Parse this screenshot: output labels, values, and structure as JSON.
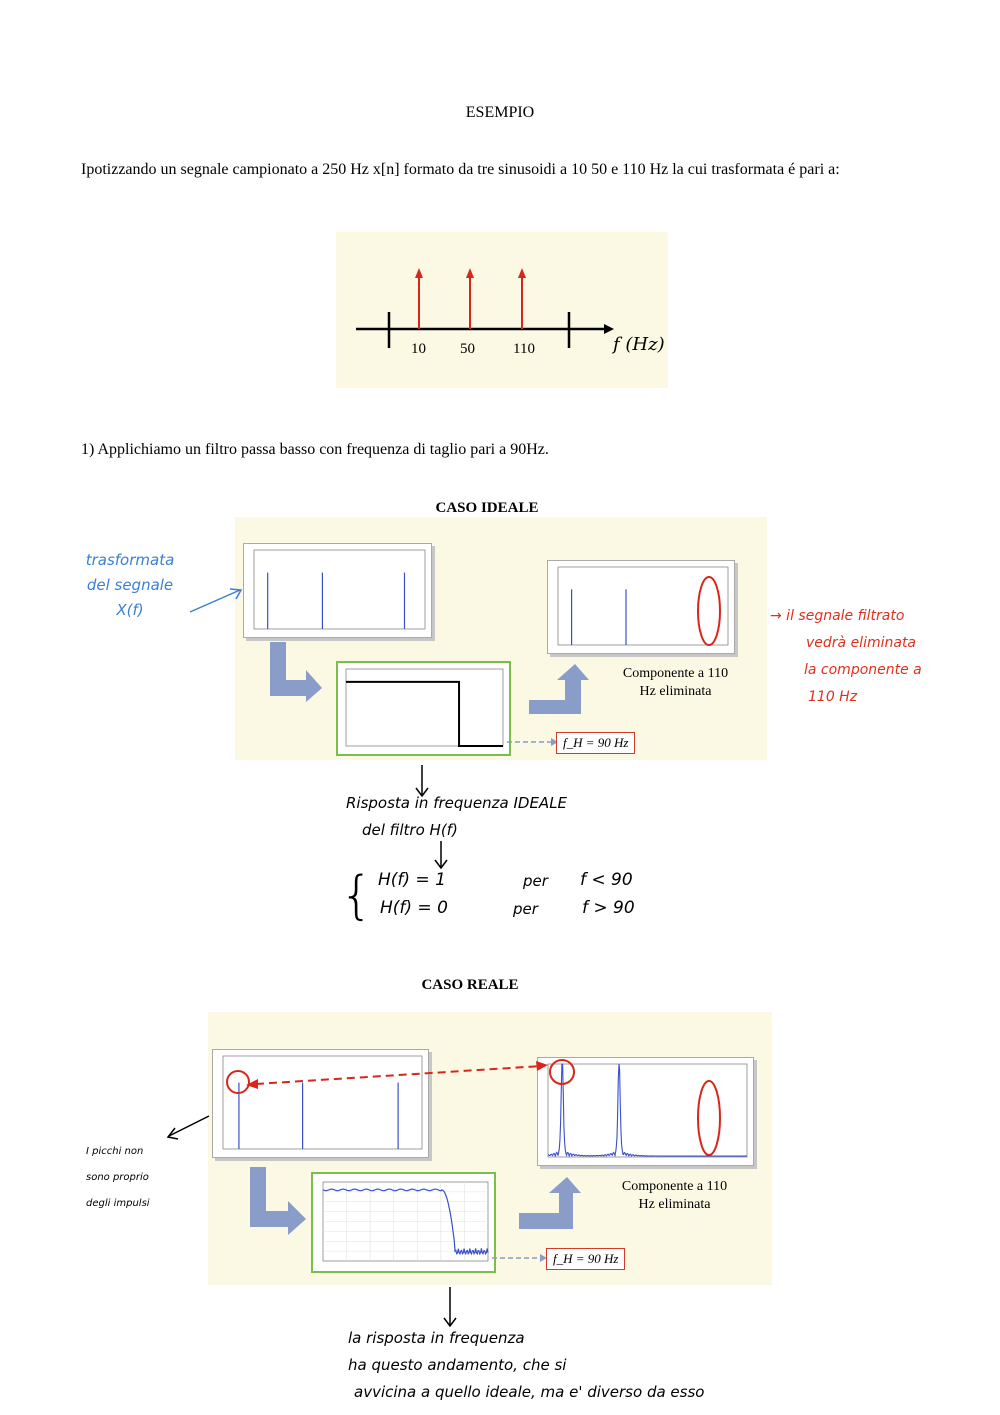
{
  "title": "ESEMPIO",
  "intro": "Ipotizzando un segnale campionato a 250 Hz x[n] formato da tre sinusoidi a 10 50 e 110 Hz la cui trasformata é pari a:",
  "spectrum_figure": {
    "ticks": [
      "10",
      "50",
      "110"
    ],
    "axis_label": "f (Hz)",
    "impulse_color": "#d9261c"
  },
  "step1": "1) Applichiamo un filtro passa basso con frequenza di taglio pari a 90Hz.",
  "ideal": {
    "heading": "CASO IDEALE",
    "caption_line1": "Componente a 110",
    "caption_line2": "Hz eliminata",
    "cutoff_label": "f_H = 90 Hz",
    "note_left": [
      "trasformata",
      "del segnale",
      "X(f)"
    ],
    "note_right": [
      "→ il segnale filtrato",
      "vedrà eliminata",
      "la componente a",
      "110 Hz"
    ],
    "response_note": [
      "Risposta in frequenza  IDEALE",
      "del filtro H(f)"
    ],
    "eq1_lhs": "H(f) = 1",
    "eq1_cond": "per",
    "eq1_rhs": "f < 90",
    "eq2_lhs": "H(f) = 0",
    "eq2_cond": "per",
    "eq2_rhs": "f > 90"
  },
  "real": {
    "heading": "CASO REALE",
    "caption_line1": "Componente a 110",
    "caption_line2": "Hz eliminata",
    "cutoff_label": "f_H = 90 Hz",
    "note_left": [
      "I picchi non",
      "sono proprio",
      "degli impulsi"
    ],
    "response_note": [
      "la risposta in frequenza",
      "ha questo andamento, che si",
      "avvicina a quello ideale, ma e' diverso da esso"
    ]
  },
  "chart_data": [
    {
      "type": "bar",
      "name": "input-spectrum",
      "x": [
        10,
        50,
        110
      ],
      "values": [
        0.5,
        0.5,
        0.5
      ],
      "xlim": [
        0,
        125
      ],
      "ylim": [
        0,
        0.7
      ]
    },
    {
      "type": "line",
      "name": "ideal-filter-response",
      "x": [
        0,
        90,
        90,
        125
      ],
      "values": [
        1,
        1,
        0,
        0
      ],
      "xlim": [
        0,
        125
      ],
      "ylim": [
        0,
        1.2
      ]
    },
    {
      "type": "bar",
      "name": "ideal-output-spectrum",
      "x": [
        10,
        50
      ],
      "values": [
        0.5,
        0.5
      ],
      "xlim": [
        0,
        125
      ],
      "ylim": [
        0,
        0.7
      ]
    },
    {
      "type": "line",
      "name": "real-output-spectrum",
      "peaks_x": [
        10,
        50
      ],
      "peaks_y": [
        0.4,
        0.4
      ],
      "xlim": [
        0,
        140
      ],
      "ylim": [
        0,
        0.4
      ]
    }
  ],
  "accent_colors": {
    "blue": "#3a7fd6",
    "red": "#e0301e",
    "filter_green": "#7bbf4a",
    "arrow_blue": "#8a9cc8"
  }
}
